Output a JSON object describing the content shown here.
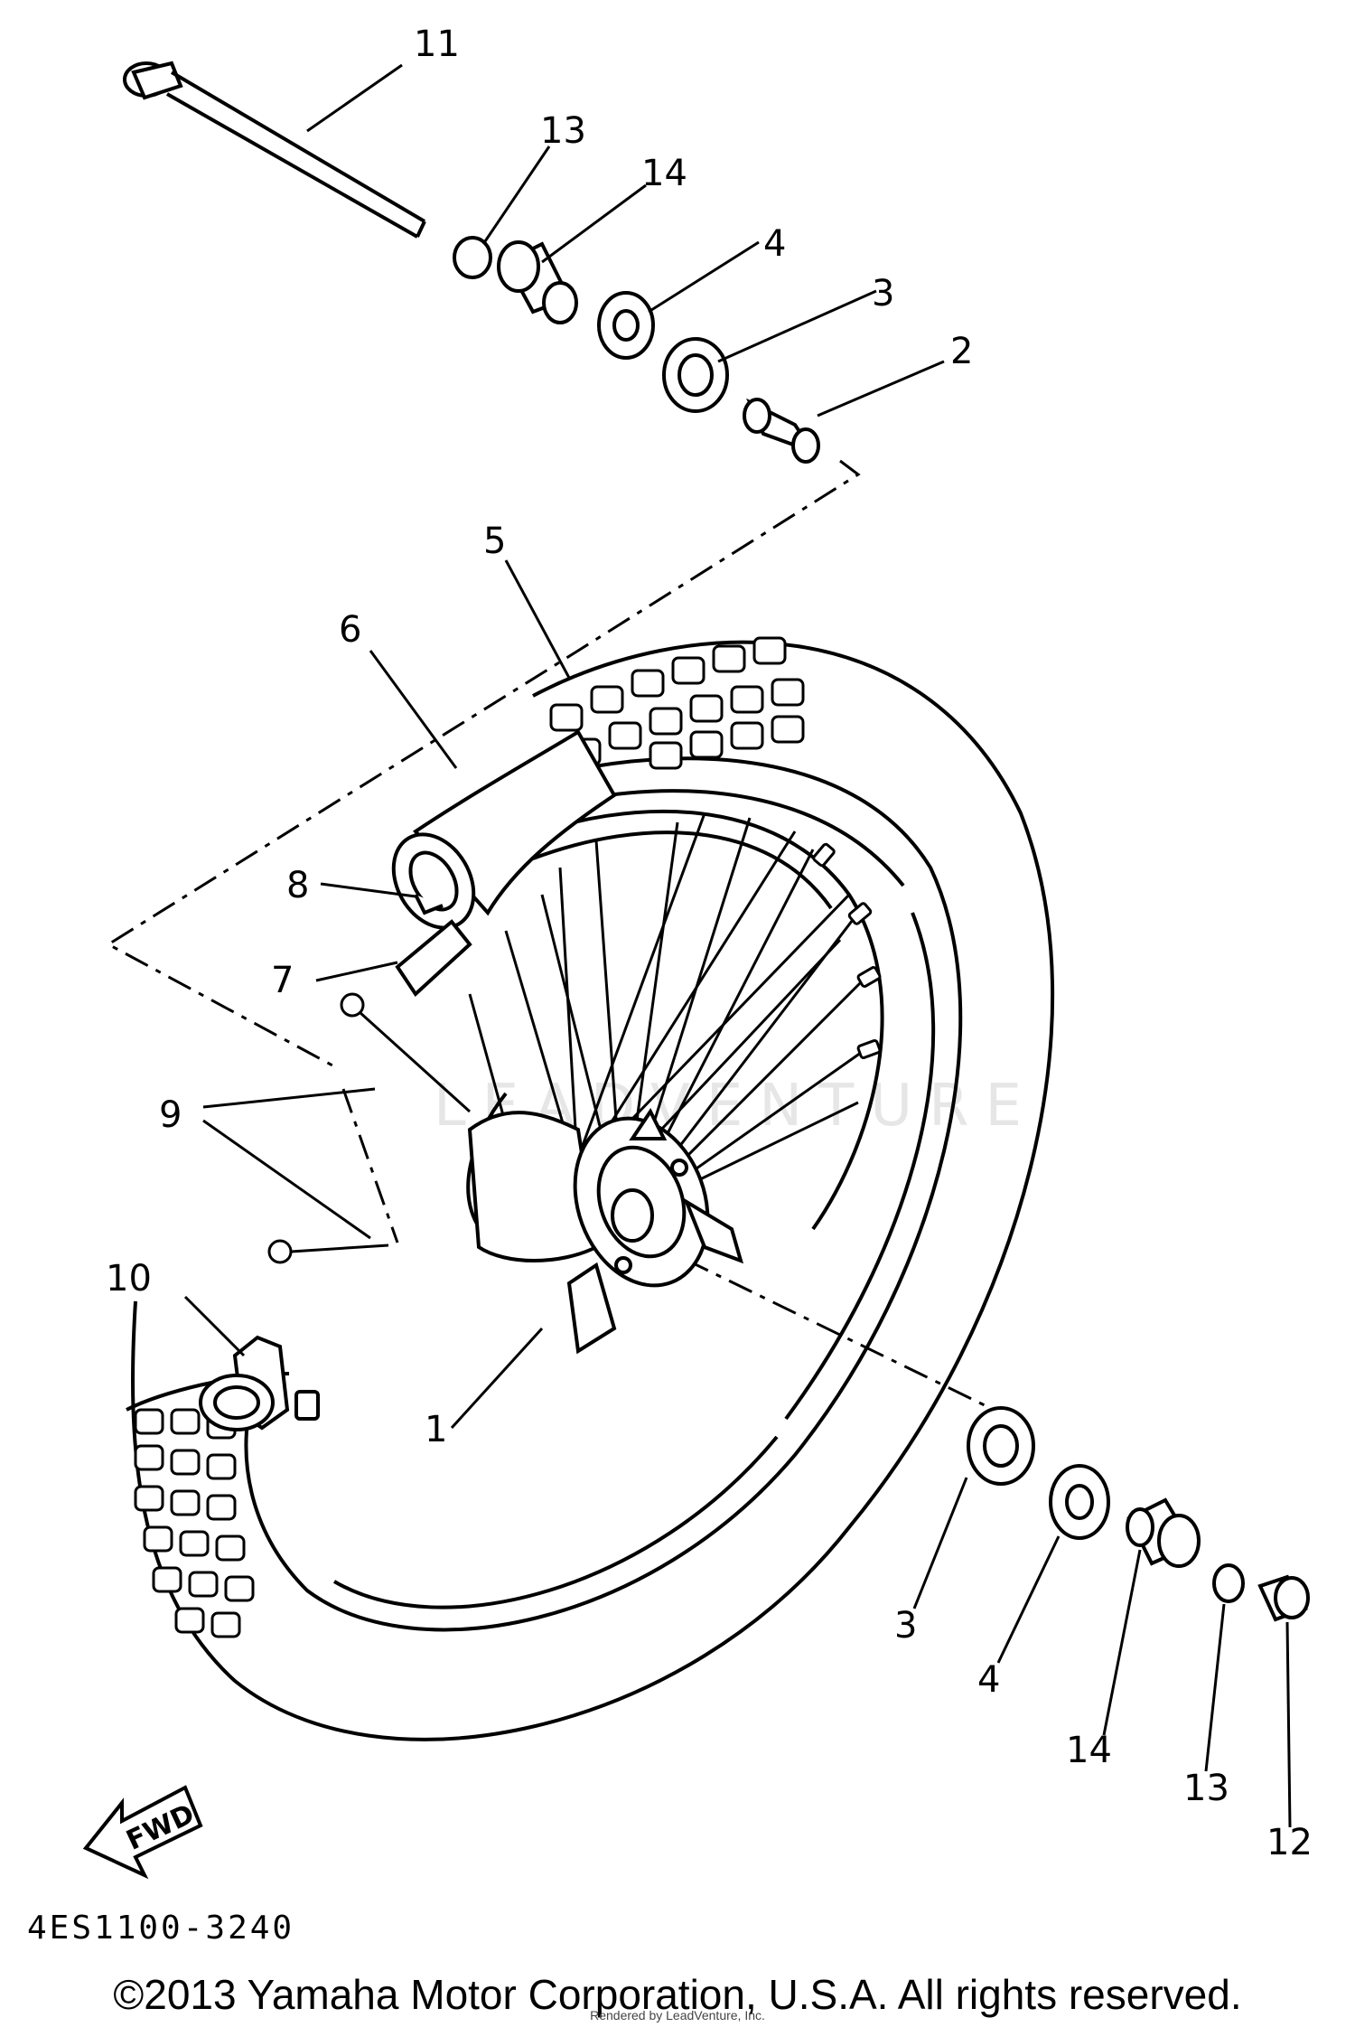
{
  "diagram": {
    "callouts": {
      "c1": "1",
      "c2": "2",
      "c3a": "3",
      "c3b": "3",
      "c4a": "4",
      "c4b": "4",
      "c5": "5",
      "c6": "6",
      "c7": "7",
      "c8": "8",
      "c9": "9",
      "c10": "10",
      "c11": "11",
      "c12": "12",
      "c13a": "13",
      "c13b": "13",
      "c14a": "14",
      "c14b": "14"
    },
    "fwd_label": "FWD",
    "watermark": "LEADVENTURE",
    "diagram_code": "4ES1100-3240"
  },
  "footer": {
    "copyright": "©2013 Yamaha Motor Corporation, U.S.A. All rights reserved.",
    "credit": "Rendered by LeadVenture, Inc."
  }
}
